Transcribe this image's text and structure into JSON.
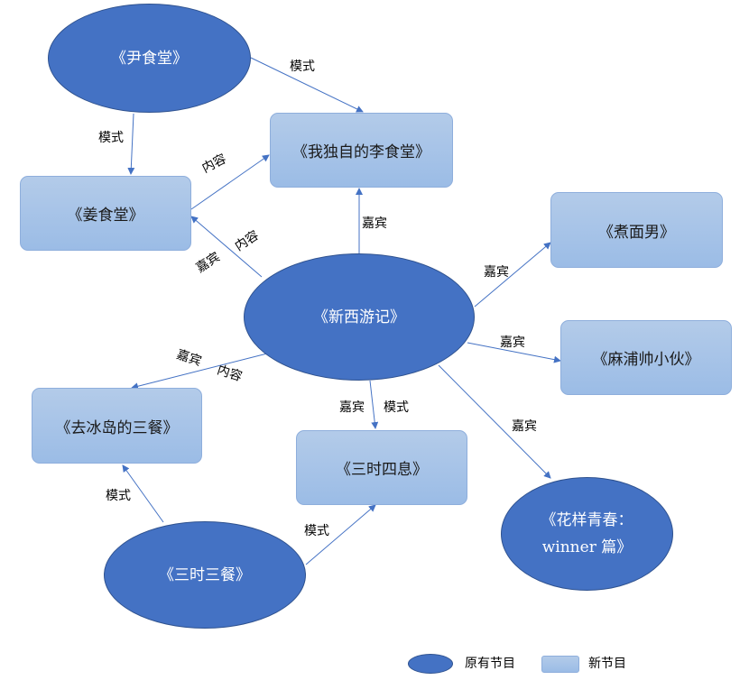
{
  "nodes": {
    "yinshitang": "《尹食堂》",
    "woduzide": "《我独自的李食堂》",
    "jiangshitang": "《姜食堂》",
    "zhumiannan": "《煮面男》",
    "xinxiyouji": "《新西游记》",
    "mapu": "《麻浦帅小伙》",
    "qubingdao": "《去冰岛的三餐》",
    "sanshisixi": "《三时四息》",
    "huayang_line1": "《花样青春：",
    "huayang_line2": "winner 篇》",
    "sanshisancan": "《三时三餐》"
  },
  "edges": [
    {
      "from": "yinshitang",
      "to": "woduzide",
      "label": "模式"
    },
    {
      "from": "yinshitang",
      "to": "jiangshitang",
      "label": "模式"
    },
    {
      "from": "jiangshitang",
      "to": "woduzide",
      "label": "内容"
    },
    {
      "from": "xinxiyouji",
      "to": "jiangshitang",
      "label": "嘉宾 内容"
    },
    {
      "from": "xinxiyouji",
      "to": "woduzide",
      "label": "嘉宾"
    },
    {
      "from": "xinxiyouji",
      "to": "zhumiannan",
      "label": "嘉宾"
    },
    {
      "from": "xinxiyouji",
      "to": "mapu",
      "label": "嘉宾"
    },
    {
      "from": "xinxiyouji",
      "to": "huayang",
      "label": "嘉宾"
    },
    {
      "from": "xinxiyouji",
      "to": "qubingdao",
      "label": "嘉宾 内容"
    },
    {
      "from": "xinxiyouji",
      "to": "sanshisixi",
      "label": "嘉宾 模式"
    },
    {
      "from": "sanshisancan",
      "to": "qubingdao",
      "label": "模式"
    },
    {
      "from": "sanshisancan",
      "to": "sanshisixi",
      "label": "模式"
    }
  ],
  "edge_labels": {
    "yin_to_li": "模式",
    "yin_to_jiang": "模式",
    "jiang_to_li": "内容",
    "xy_to_jiang_guest": "嘉宾",
    "xy_to_jiang_content": "内容",
    "xy_to_li": "嘉宾",
    "xy_to_zhu": "嘉宾",
    "xy_to_mapu": "嘉宾",
    "xy_to_huayang": "嘉宾",
    "xy_to_bing_guest": "嘉宾",
    "xy_to_bing_content": "内容",
    "xy_to_sisi_guest": "嘉宾",
    "xy_to_sisi_mode": "模式",
    "ssc_to_bing": "模式",
    "ssc_to_sisi": "模式"
  },
  "legend": {
    "original": "原有节目",
    "new": "新节目"
  },
  "colors": {
    "original_fill": "#4472c4",
    "new_fill": "#9dbde6",
    "edge": "#4472c4"
  }
}
